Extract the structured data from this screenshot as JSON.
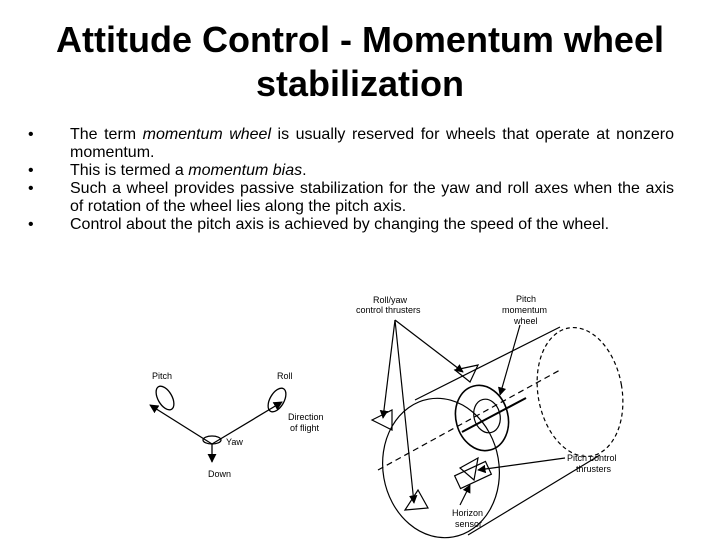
{
  "title_line1": "Attitude Control - Momentum wheel",
  "title_line2": "stabilization",
  "bullets": [
    {
      "before": "The term ",
      "em": "momentum wheel",
      "after": " is usually reserved for wheels that operate at nonzero momentum."
    },
    {
      "before": "This is termed a ",
      "em": "momentum bias",
      "after": "."
    },
    {
      "before": "Such a wheel provides passive stabilization for the yaw and roll axes when the axis of rotation of the wheel lies along the pitch axis.",
      "em": "",
      "after": ""
    },
    {
      "before": "Control about the pitch axis is achieved by changing the speed of the wheel.",
      "em": "",
      "after": ""
    }
  ],
  "axes_figure": {
    "pitch": "Pitch",
    "roll": "Roll",
    "direction_line1": "Direction",
    "direction_line2": "of flight",
    "yaw": "Yaw",
    "down": "Down"
  },
  "spacecraft_figure": {
    "thrusters_line1": "Roll/yaw",
    "thrusters_line2": "control thrusters",
    "wheel_line1": "Pitch",
    "wheel_line2": "momentum",
    "wheel_line3": "wheel",
    "pitch_thrusters_line1": "Pitch control",
    "pitch_thrusters_line2": "thrusters",
    "sensor_line1": "Horizon",
    "sensor_line2": "sensor"
  },
  "bullet_symbol": "•"
}
